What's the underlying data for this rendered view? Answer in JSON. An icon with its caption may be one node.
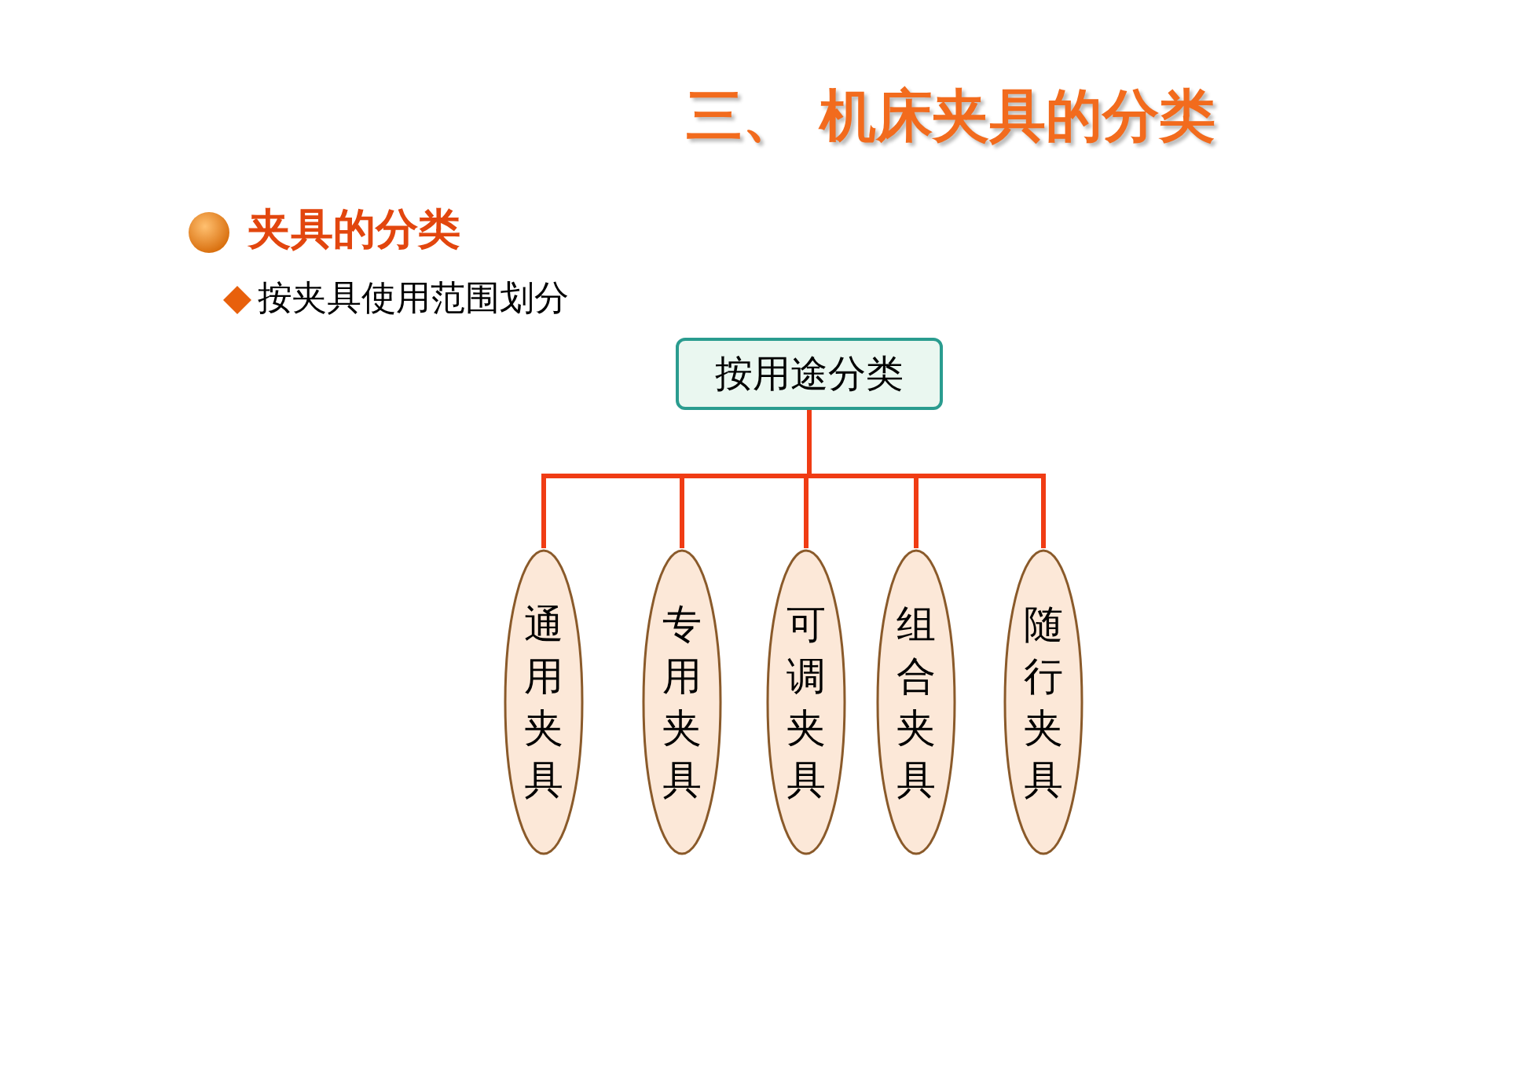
{
  "diagram": {
    "title": "三、 机床夹具的分类",
    "nodes": [
      {
        "text": [
          "按用途分类"
        ]
      },
      {
        "text": [
          "通用夹具"
        ]
      },
      {
        "text": [
          "专用夹具"
        ]
      },
      {
        "text": [
          "可调夹具"
        ]
      },
      {
        "text": [
          "组合夹具"
        ]
      },
      {
        "text": [
          "随行夹具"
        ]
      }
    ],
    "edges": [
      {
        "from": 0,
        "to": 1,
        "arrow": "none"
      },
      {
        "from": 0,
        "to": 2,
        "arrow": "none"
      },
      {
        "from": 0,
        "to": 3,
        "arrow": "none"
      },
      {
        "from": 0,
        "to": 4,
        "arrow": "none"
      },
      {
        "from": 0,
        "to": 5,
        "arrow": "none"
      }
    ],
    "labels": [
      "夹具的分类",
      "按夹具使用范围划分"
    ]
  }
}
